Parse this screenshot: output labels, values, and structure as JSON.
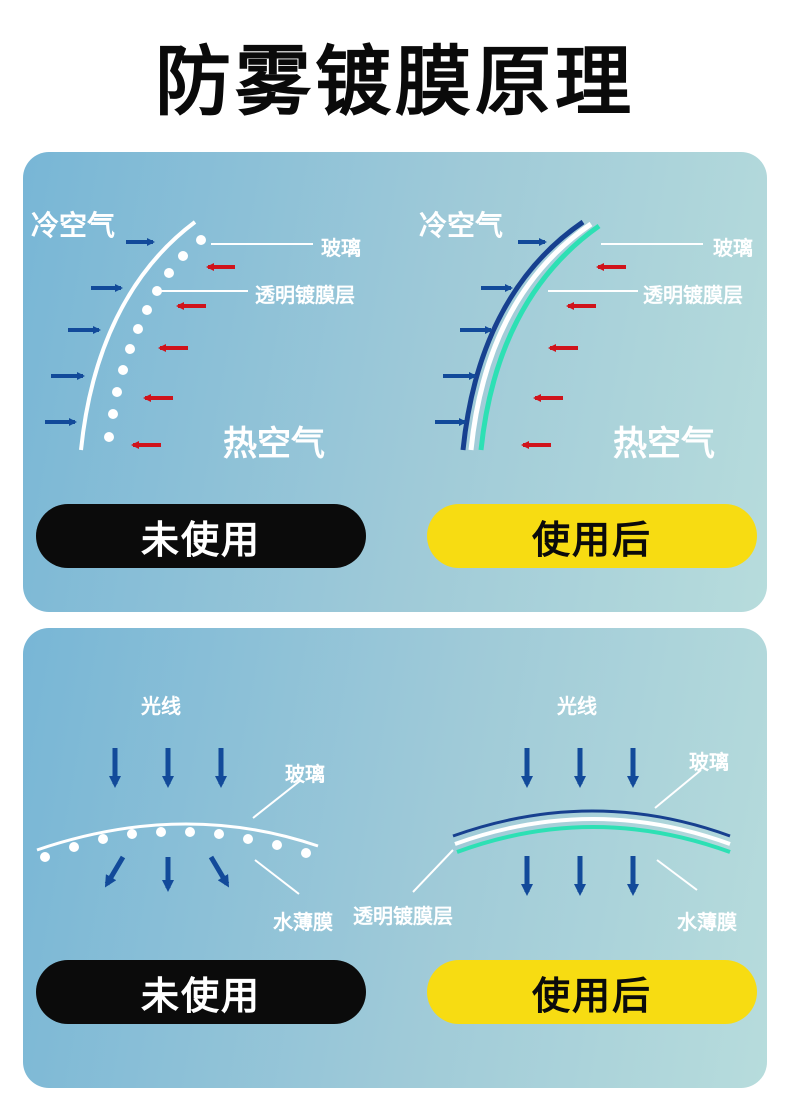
{
  "title": "防雾镀膜原理",
  "colors": {
    "glass_line": "#ffffff",
    "film_navy": "#17408f",
    "film_green": "#2de0b4",
    "cold_arrow": "#124a9a",
    "hot_arrow": "#d0131b",
    "before_pill": "#0b0b0b",
    "after_pill": "#f7dc12"
  },
  "panel1": {
    "left": {
      "cold_air": "冷空气",
      "glass": "玻璃",
      "coating": "透明镀膜层",
      "hot_air": "热空气",
      "status": "未使用"
    },
    "right": {
      "cold_air": "冷空气",
      "glass": "玻璃",
      "coating": "透明镀膜层",
      "hot_air": "热空气",
      "status": "使用后"
    }
  },
  "panel2": {
    "left": {
      "light": "光线",
      "glass": "玻璃",
      "water_film": "水薄膜",
      "status": "未使用"
    },
    "right": {
      "light": "光线",
      "glass": "玻璃",
      "coating": "透明镀膜层",
      "water_film": "水薄膜",
      "status": "使用后"
    }
  }
}
